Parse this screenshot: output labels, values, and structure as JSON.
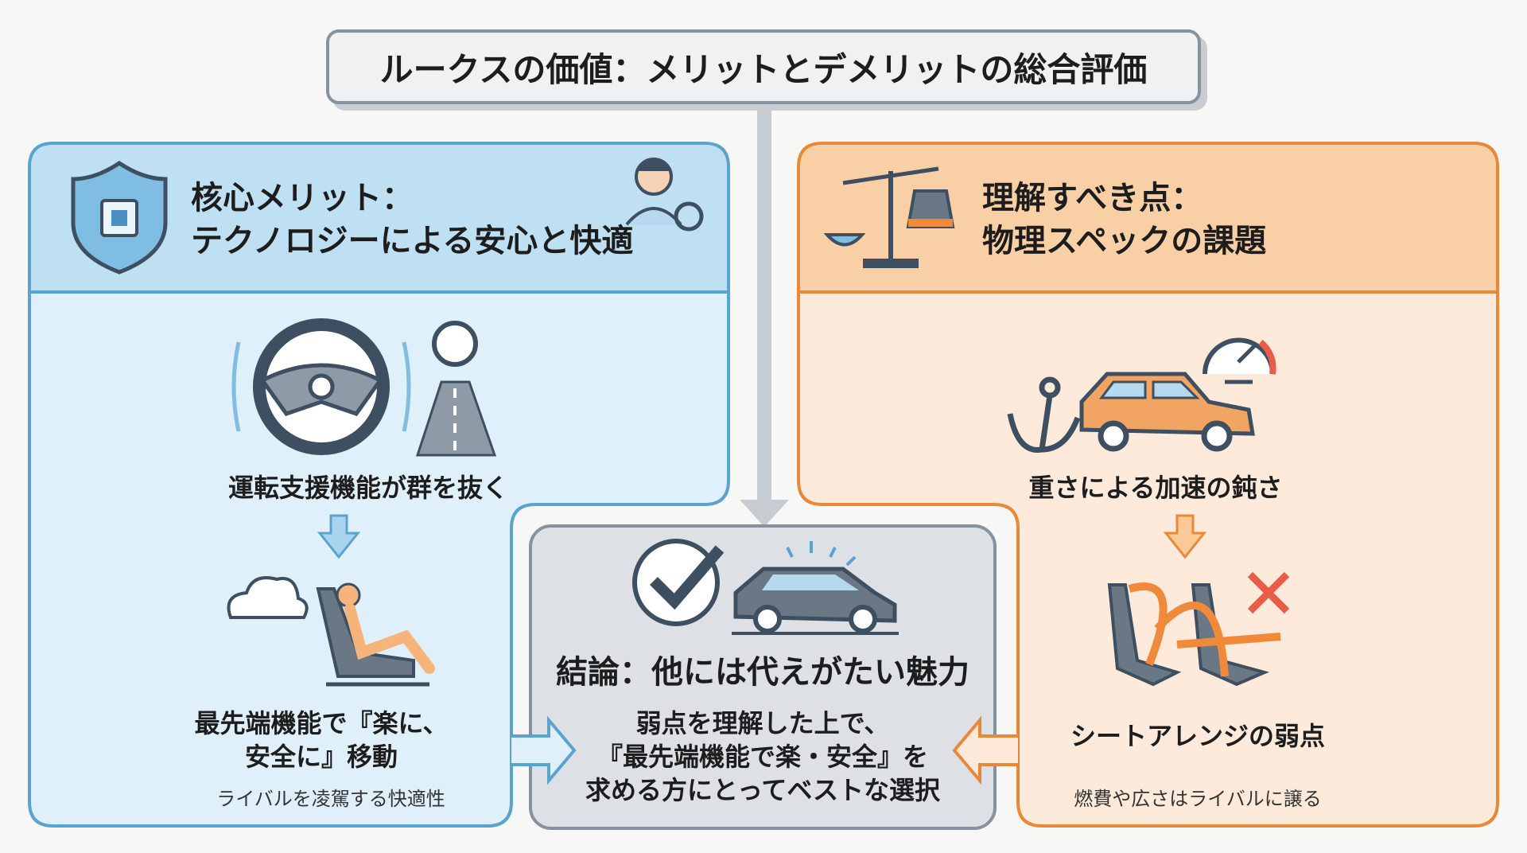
{
  "title": "ルークスの価値：メリットとデメリットの総合評価",
  "merit": {
    "heading_line1": "核心メリット：",
    "heading_line2": "テクノロジーによる安心と快適",
    "item1": "運転支援機能が群を抜く",
    "item2_line1": "最先端機能で『楽に、",
    "item2_line2": "安全に』移動",
    "note": "ライバルを凌駕する快適性",
    "icons": [
      "shield-chip-icon",
      "driver-icon",
      "steering-wheel-icon",
      "road-icon",
      "cloud-icon",
      "reclining-seat-icon"
    ]
  },
  "issues": {
    "heading_line1": "理解すべき点：",
    "heading_line2": "物理スペックの課題",
    "item1": "重さによる加速の鈍さ",
    "item2": "シートアレンジの弱点",
    "note": "燃費や広さはライバルに譲る",
    "icons": [
      "balance-scale-icon",
      "anchor-icon",
      "car-icon",
      "speedometer-icon",
      "seats-icon",
      "cross-icon"
    ]
  },
  "conclusion": {
    "heading": "結論：他には代えがたい魅力",
    "line1": "弱点を理解した上で、",
    "line2": "『最先端機能で楽・安全』を",
    "line3": "求める方にとってベストな選択"
  },
  "colors": {
    "blue": "#5ba3cf",
    "orange": "#e8893a",
    "gray": "#8592a0"
  }
}
